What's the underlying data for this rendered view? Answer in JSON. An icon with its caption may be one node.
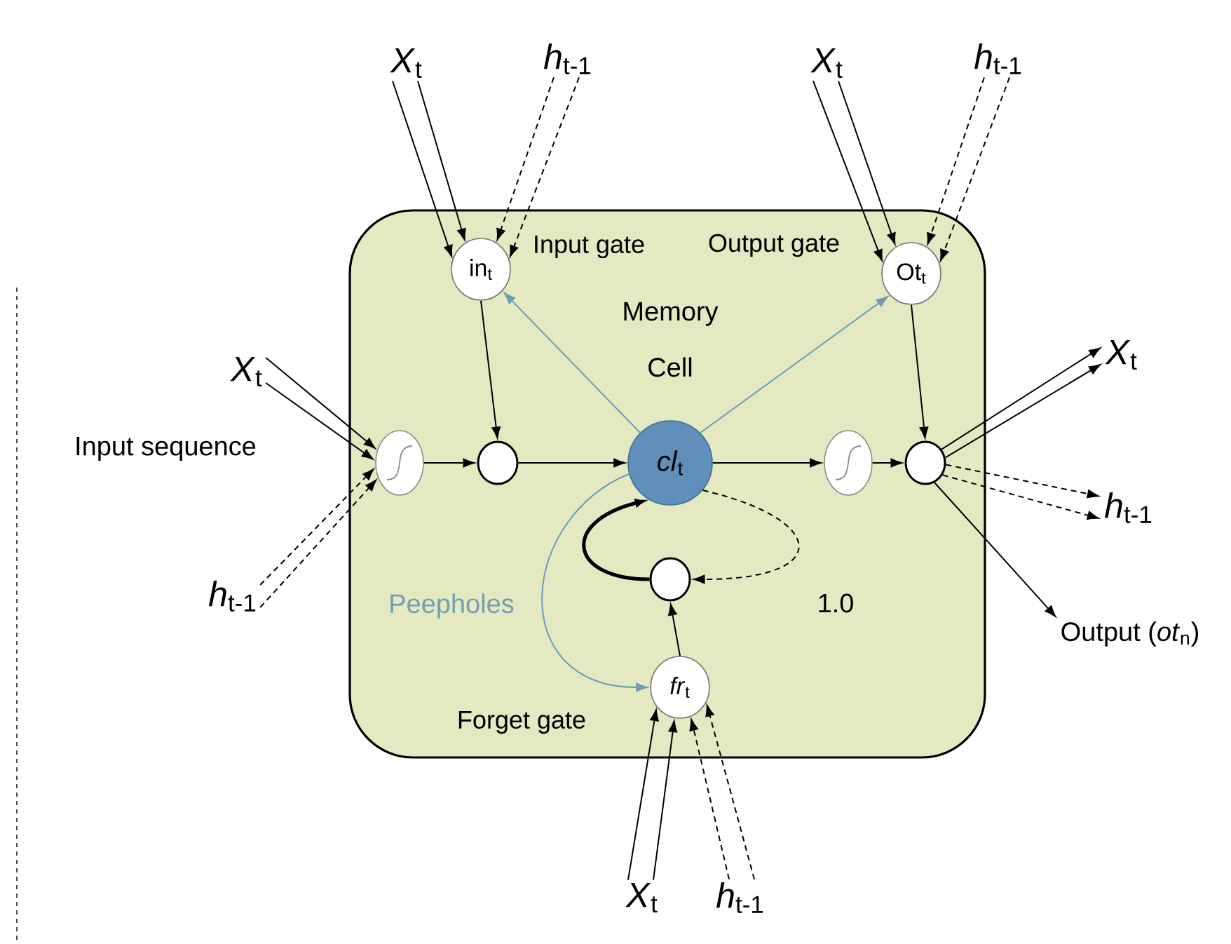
{
  "diagram": {
    "nodes": [
      {
        "text": [
          "Memory Cell"
        ]
      },
      {
        "text": [
          "in$_{t}$"
        ],
        "in": 0,
        "beside": [
          "Input gate"
        ]
      },
      {
        "text": [
          "Ot$_{t}$"
        ],
        "in": 0,
        "beside": [
          "Output gate"
        ]
      },
      {
        "text": [],
        "shape": "circle",
        "in": 0
      },
      {
        "text": [],
        "shape": "circle",
        "in": 0
      },
      {
        "text": [
          "*cl*$_{t}$"
        ],
        "in": 0
      },
      {
        "text": [],
        "shape": "circle",
        "in": 0
      },
      {
        "text": [],
        "shape": "circle",
        "in": 0
      },
      {
        "text": [],
        "shape": "circle",
        "in": 0
      },
      {
        "text": [
          "*fr*$_{t}$"
        ],
        "in": 0,
        "beside": [
          "Forget gate"
        ]
      },
      {
        "text": [
          "*X*$_{t}$"
        ]
      },
      {
        "text": [
          "*h*$_{t-1}$"
        ]
      },
      {
        "text": [
          "*X*$_{t}$"
        ]
      },
      {
        "text": [
          "*h*$_{t-1}$"
        ]
      },
      {
        "text": [
          "*X*$_{t}$"
        ]
      },
      {
        "text": [
          "*h*$_{t-1}$"
        ]
      },
      {
        "text": [
          "*X*$_{t}$"
        ]
      },
      {
        "text": [
          "*h*$_{t-1}$"
        ]
      },
      {
        "text": [
          "Output (*ot*$_{n}$)"
        ]
      },
      {
        "text": [
          "*X*$_{t}$"
        ]
      },
      {
        "text": [
          "*h*$_{t-1}$"
        ]
      }
    ],
    "edges": [
      {
        "from": 10,
        "to": 1,
        "arrow": "to"
      },
      {
        "from": 10,
        "to": 1,
        "arrow": "to"
      },
      {
        "from": 11,
        "to": 1,
        "arrow": "to",
        "style": "dashed"
      },
      {
        "from": 11,
        "to": 1,
        "arrow": "to",
        "style": "dashed"
      },
      {
        "from": 12,
        "to": 2,
        "arrow": "to"
      },
      {
        "from": 12,
        "to": 2,
        "arrow": "to"
      },
      {
        "from": 13,
        "to": 2,
        "arrow": "to",
        "style": "dashed"
      },
      {
        "from": 13,
        "to": 2,
        "arrow": "to",
        "style": "dashed"
      },
      {
        "from": 14,
        "to": 3,
        "arrow": "to"
      },
      {
        "from": 14,
        "to": 3,
        "arrow": "to"
      },
      {
        "from": 15,
        "to": 3,
        "arrow": "to",
        "style": "dashed"
      },
      {
        "from": 15,
        "to": 3,
        "arrow": "to",
        "style": "dashed"
      },
      {
        "from": 3,
        "to": 4,
        "arrow": "to"
      },
      {
        "from": 1,
        "to": 4,
        "arrow": "to"
      },
      {
        "from": 4,
        "to": 5,
        "arrow": "to"
      },
      {
        "from": 5,
        "to": 6,
        "arrow": "to"
      },
      {
        "from": 6,
        "to": 7,
        "arrow": "to"
      },
      {
        "from": 2,
        "to": 7,
        "arrow": "to"
      },
      {
        "from": 5,
        "to": 1,
        "arrow": "to",
        "color": "#6d9db0"
      },
      {
        "from": 5,
        "to": 2,
        "arrow": "to",
        "color": "#6d9db0"
      },
      {
        "from": 7,
        "to": 16,
        "arrow": "to"
      },
      {
        "from": 7,
        "to": 16,
        "arrow": "to"
      },
      {
        "from": 7,
        "to": 17,
        "arrow": "to",
        "style": "dashed"
      },
      {
        "from": 7,
        "to": 17,
        "arrow": "to",
        "style": "dashed"
      },
      {
        "from": 7,
        "to": 18,
        "arrow": "to"
      },
      {
        "from": 9,
        "to": 8,
        "arrow": "to"
      },
      {
        "from": 8,
        "to": 5,
        "arrow": "to",
        "style": "thick"
      },
      {
        "from": 5,
        "to": 8,
        "arrow": "to",
        "style": "dashed",
        "label": "1.0"
      },
      {
        "from": 5,
        "to": 9,
        "arrow": "to",
        "color": "#6d9db0"
      },
      {
        "from": 19,
        "to": 9,
        "arrow": "to"
      },
      {
        "from": 19,
        "to": 9,
        "arrow": "to"
      },
      {
        "from": 20,
        "to": 9,
        "arrow": "to",
        "style": "dashed"
      },
      {
        "from": 20,
        "to": 9,
        "arrow": "to",
        "style": "dashed"
      }
    ],
    "labels": [
      "Input sequence",
      "Peepholes"
    ]
  }
}
